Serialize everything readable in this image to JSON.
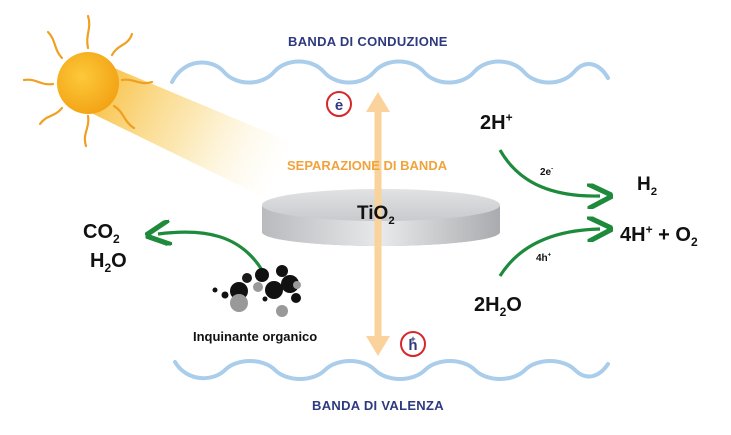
{
  "bands": {
    "conduction": "BANDA DI CONDUZIONE",
    "valence": "BANDA DI VALENZA"
  },
  "band_gap": "SEPARAZIONE DI BANDA",
  "catalyst": {
    "main": "TiO",
    "sub": "2"
  },
  "charges": {
    "electron": {
      "letter": "e",
      "sign": "-"
    },
    "hole": {
      "letter": "h",
      "sign": "+"
    }
  },
  "left_products": {
    "co2": {
      "main": "CO",
      "sub": "2"
    },
    "h2o": {
      "main": "H",
      "sub": "2",
      "tail": "O"
    }
  },
  "pollutant": "Inquinante organico",
  "reduction": {
    "reactant": {
      "main": "2H",
      "sup": "+"
    },
    "electrons": {
      "main": "2e",
      "sup": "-"
    },
    "product": {
      "main": "H",
      "sub": "2"
    }
  },
  "oxidation": {
    "reactant": {
      "main": "2H",
      "sub": "2",
      "tail": "O"
    },
    "holes": {
      "main": "4h",
      "sup": "+"
    },
    "product": {
      "a": "4H",
      "a_sup": "+",
      "b": " + O",
      "b_sub": "2"
    }
  },
  "colors": {
    "band_wave": "#a9cdea",
    "band_text": "#2e3a80",
    "gap_text": "#f0a33c",
    "arrow_green": "#1e8a3c",
    "charge_ring": "#d6282b",
    "sun_core": "#f7b21a",
    "sun_ray": "#f0a020",
    "gap_arrow": "#f9d39b"
  }
}
